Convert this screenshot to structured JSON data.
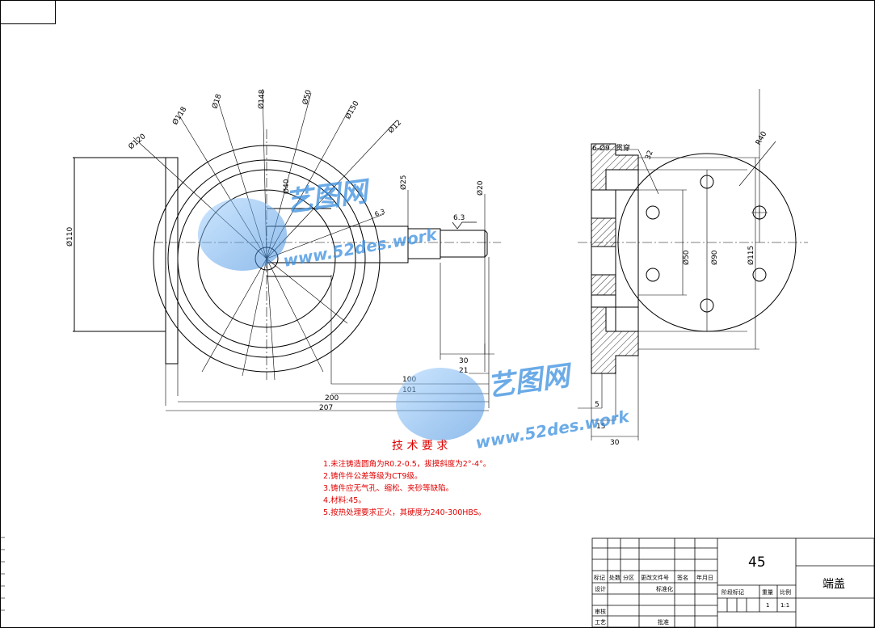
{
  "front_view": {
    "dims_diameter": [
      "Ø120",
      "Ø118",
      "Ø18",
      "Ø148",
      "Ø50",
      "Ø150",
      "Ø12",
      "Ø40",
      "Ø25",
      "Ø20",
      "Ø110"
    ],
    "roughness": "6.3",
    "small_label": "6.3",
    "horizontal_dims": [
      "30",
      "21",
      "100",
      "101",
      "200",
      "207"
    ]
  },
  "side_view": {
    "hole_note": "6-Ø9",
    "hole_note_suffix": "贯穿",
    "dims": [
      "R40",
      "32",
      "Ø50",
      "Ø90",
      "Ø115",
      "5",
      "15",
      "30"
    ]
  },
  "tech_req": {
    "title": "技 术 要 求",
    "items": [
      "1.未注铸造圆角为R0.2-0.5，拔摸斜度为2°-4°。",
      "2.铸件件公差等级为CT9级。",
      "3.铸件应无气孔、缩松、夹砂等缺陷。",
      "4.材料:45。",
      "5.按热处理要求正火，其硬度为240-300HBS。"
    ]
  },
  "title_block": {
    "material": "45",
    "part_name": "端盖",
    "row_labels": [
      "标记",
      "处数",
      "分区",
      "更改文件号",
      "签名",
      "年月日"
    ],
    "design": "设计",
    "standardize": "标准化",
    "review": "审核",
    "process": "工艺",
    "approve": "批准",
    "stage_mark": "阶段标记",
    "weight": "重量",
    "scale": "比例",
    "qty": "1",
    "scale_value": "1:1"
  },
  "watermark": {
    "brand": "艺图网",
    "url": "www.52des.work"
  },
  "colors": {
    "line": "#000000",
    "tech_text": "#e00000",
    "watermark": "#3a8fe0"
  }
}
